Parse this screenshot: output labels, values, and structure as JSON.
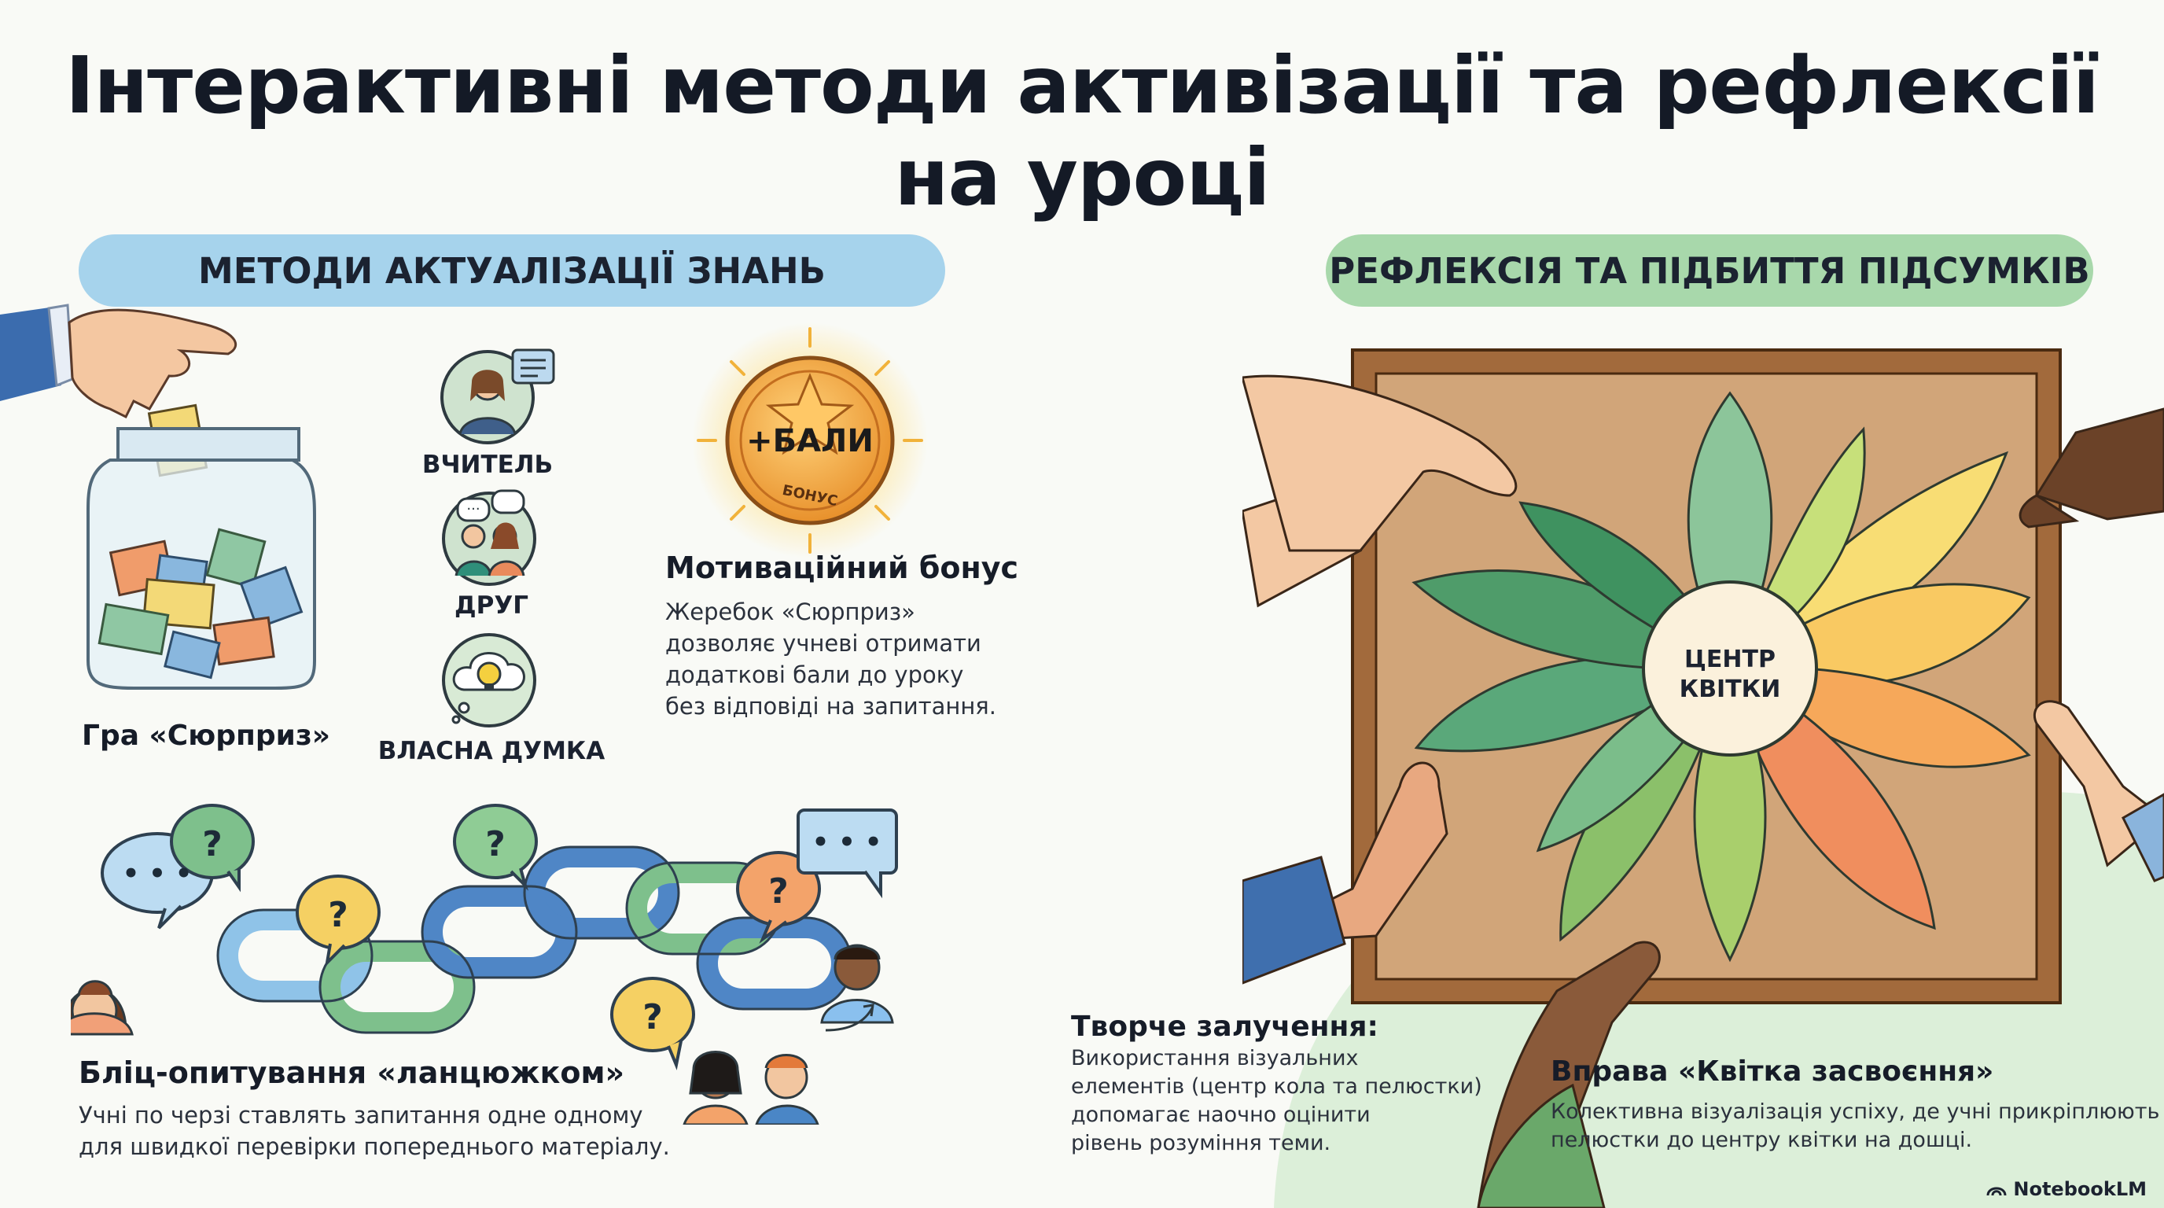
{
  "title": "Інтерактивні методи активізації та рефлексії на уроці",
  "sections": {
    "left_header": "МЕТОДИ АКТУАЛІЗАЦІЇ ЗНАНЬ",
    "right_header": "РЕФЛЕКСІЯ ТА ПІДБИТТЯ ПІДСУМКІВ"
  },
  "surprise_game": {
    "label": "Гра «Сюрприз»"
  },
  "answer_options": [
    {
      "label": "ВЧИТЕЛЬ",
      "icon": "teacher-icon"
    },
    {
      "label": "ДРУГ",
      "icon": "friends-icon"
    },
    {
      "label": "ВЛАСНА ДУМКА",
      "icon": "lightbulb-icon"
    }
  ],
  "bonus": {
    "coin_main": "+БАЛИ",
    "coin_sub": "БОНУС",
    "title": "Мотиваційний бонус",
    "text_lines": [
      "Жеребок «Сюрприз»",
      "дозволяє учневі отримати",
      "додаткові бали до уроку",
      "без відповіді на запитання."
    ]
  },
  "blitz": {
    "title": "Бліц-опитування «ланцюжком»",
    "text_lines": [
      "Учні по черзі ставлять запитання одне одному",
      "для швидкої перевірки попереднього матеріалу."
    ]
  },
  "creative": {
    "title": "Творче залучення:",
    "text_lines": [
      "Використання візуальних",
      "елементів (центр кола та пелюстки)",
      "допомагає наочно оцінити",
      "рівень розуміння теми."
    ]
  },
  "flower": {
    "center_line1": "ЦЕНТР",
    "center_line2": "КВІТКИ",
    "title": "Вправа «Квітка засвоєння»",
    "text_lines": [
      "Колективна візуалізація успіху, де учні прикріплюють",
      "пелюстки до центру квітки на дошці."
    ]
  },
  "watermark": "NotebookLM",
  "colors": {
    "left_accent": "#a6d3ec",
    "right_accent": "#a8d8ab",
    "coin": "#f2a33a",
    "board_frame": "#a26a3c",
    "cork": "#d1a579"
  }
}
